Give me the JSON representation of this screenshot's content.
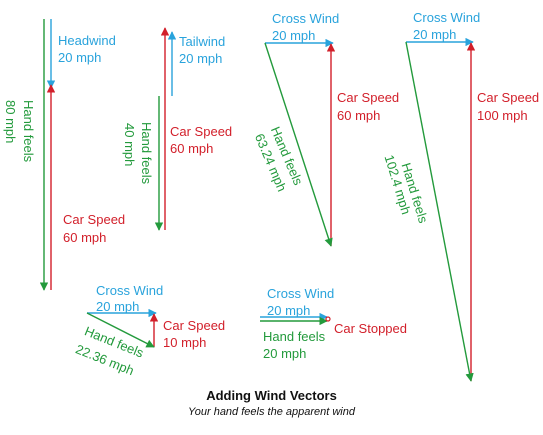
{
  "colors": {
    "wind": "#29a3dc",
    "car": "#d21f2a",
    "hand": "#239a3c"
  },
  "caption": {
    "title": "Adding Wind Vectors",
    "subtitle": "Your hand feels the apparent wind"
  },
  "headwind": {
    "wind_line1": "Headwind",
    "wind_line2": "20 mph",
    "car_line1": "Car Speed",
    "car_line2": "60 mph",
    "hand_label": "Hand feels",
    "hand_value": "80 mph"
  },
  "tailwind": {
    "wind_line1": "Tailwind",
    "wind_line2": "20 mph",
    "car_line1": "Car Speed",
    "car_line2": "60 mph",
    "hand_label": "Hand feels",
    "hand_value": "40 mph"
  },
  "crosswind60": {
    "wind_line1": "Cross Wind",
    "wind_line2": "20 mph",
    "car_line1": "Car Speed",
    "car_line2": "60 mph",
    "hand_label": "Hand feels",
    "hand_value": "63.24 mph"
  },
  "crosswind100": {
    "wind_line1": "Cross Wind",
    "wind_line2": "20 mph",
    "car_line1": "Car Speed",
    "car_line2": "100 mph",
    "hand_label": "Hand feels",
    "hand_value": "102.4 mph"
  },
  "crosswind10": {
    "wind_line1": "Cross Wind",
    "wind_line2": "20 mph",
    "car_line1": "Car Speed",
    "car_line2": "10 mph",
    "hand_label": "Hand feels",
    "hand_value": "22.36 mph"
  },
  "stopped": {
    "wind_line1": "Cross Wind",
    "wind_line2": "20 mph",
    "car_label": "Car Stopped",
    "hand_line1": "Hand feels",
    "hand_line2": "20 mph"
  }
}
